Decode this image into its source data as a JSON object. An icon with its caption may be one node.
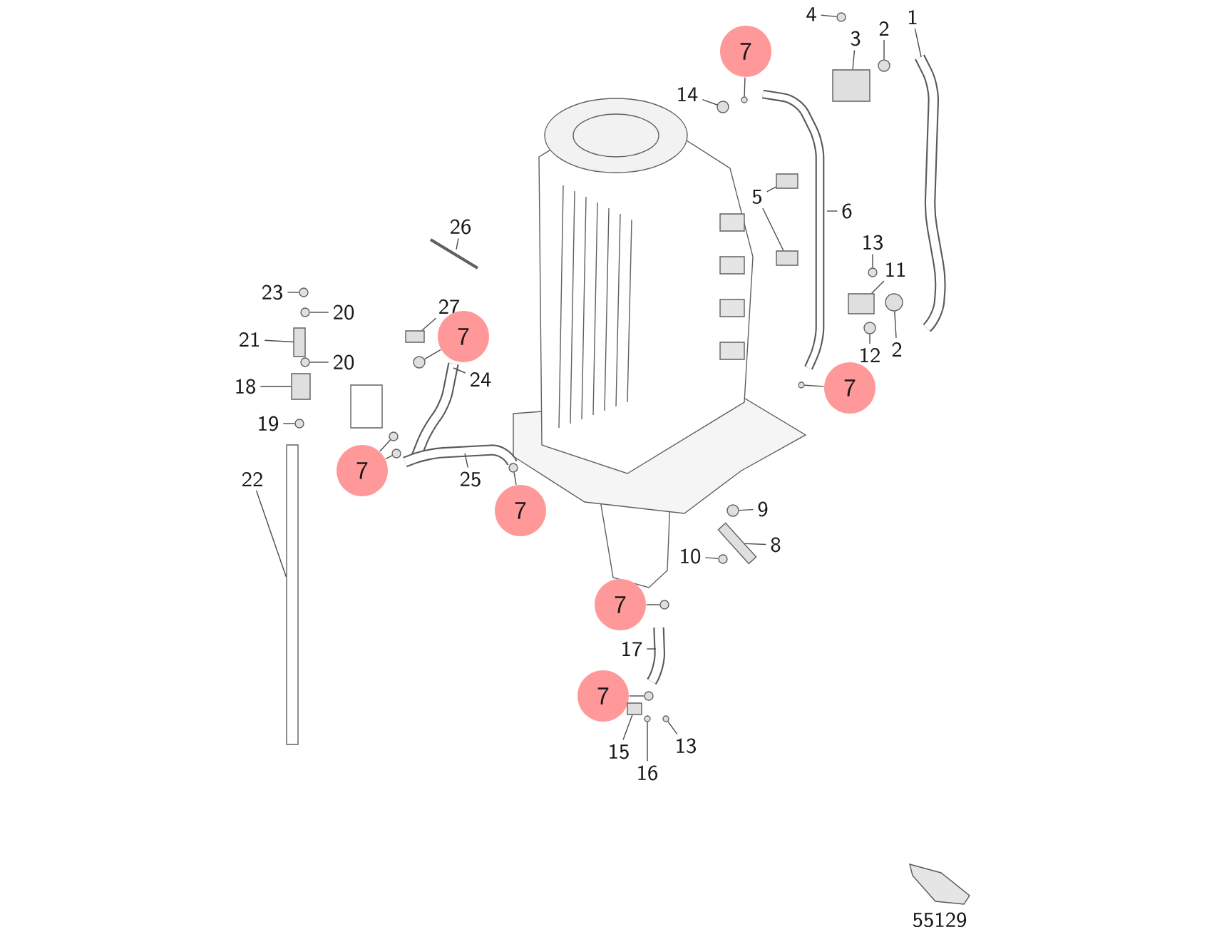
{
  "diagram": {
    "nodes": [
      {
        "text": [
          "4"
        ]
      },
      {
        "text": [
          "1"
        ]
      },
      {
        "text": [
          "2"
        ]
      },
      {
        "text": [
          "3"
        ]
      },
      {
        "text": [
          "7"
        ]
      },
      {
        "text": [
          "14"
        ]
      },
      {
        "text": [
          "5"
        ]
      },
      {
        "text": [
          "6"
        ]
      },
      {
        "text": [
          "26"
        ]
      },
      {
        "text": [
          "13"
        ]
      },
      {
        "text": [
          "11"
        ]
      },
      {
        "text": [
          "23"
        ]
      },
      {
        "text": [
          "27"
        ]
      },
      {
        "text": [
          "20"
        ]
      },
      {
        "text": [
          "7"
        ]
      },
      {
        "text": [
          "21"
        ]
      },
      {
        "text": [
          "2"
        ]
      },
      {
        "text": [
          "12"
        ]
      },
      {
        "text": [
          "20"
        ]
      },
      {
        "text": [
          "24"
        ]
      },
      {
        "text": [
          "18"
        ]
      },
      {
        "text": [
          "7"
        ]
      },
      {
        "text": [
          "19"
        ]
      },
      {
        "text": [
          "7"
        ]
      },
      {
        "text": [
          "25"
        ]
      },
      {
        "text": [
          "22"
        ]
      },
      {
        "text": [
          "7"
        ]
      },
      {
        "text": [
          "9"
        ]
      },
      {
        "text": [
          "8"
        ]
      },
      {
        "text": [
          "10"
        ]
      },
      {
        "text": [
          "7"
        ]
      },
      {
        "text": [
          "17"
        ]
      },
      {
        "text": [
          "7"
        ]
      },
      {
        "text": [
          "15"
        ]
      },
      {
        "text": [
          "13"
        ]
      },
      {
        "text": [
          "16"
        ]
      },
      {
        "text": [],
        "shape": "circle"
      },
      {
        "text": [],
        "shape": "box"
      },
      {
        "text": [],
        "shape": "circle"
      },
      {
        "text": [],
        "shape": "circle"
      },
      {
        "text": [],
        "shape": "circle"
      },
      {
        "text": [],
        "shape": "box"
      },
      {
        "text": [],
        "shape": "box"
      },
      {
        "text": [],
        "shape": "circle"
      },
      {
        "text": [],
        "shape": "box"
      },
      {
        "text": [],
        "shape": "circle"
      },
      {
        "text": [],
        "shape": "circle"
      },
      {
        "text": [],
        "shape": "box"
      },
      {
        "text": [],
        "shape": "box"
      },
      {
        "text": [],
        "shape": "circle"
      },
      {
        "text": [],
        "shape": "circle"
      },
      {
        "text": [],
        "shape": "circle"
      },
      {
        "text": [],
        "shape": "circle"
      },
      {
        "text": [],
        "shape": "box"
      },
      {
        "text": [],
        "shape": "circle"
      },
      {
        "text": [],
        "shape": "circle"
      },
      {
        "text": [],
        "shape": "circle"
      },
      {
        "text": [],
        "shape": "circle"
      },
      {
        "text": [],
        "shape": "bar"
      },
      {
        "text": [],
        "shape": "circle"
      },
      {
        "text": [],
        "shape": "circle"
      },
      {
        "text": [],
        "shape": "circle"
      },
      {
        "text": [],
        "shape": "circle"
      },
      {
        "text": [],
        "shape": "circle"
      },
      {
        "text": [],
        "shape": "box"
      },
      {
        "text": [],
        "shape": "circle"
      },
      {
        "text": [],
        "shape": "circle"
      },
      {
        "text": [],
        "shape": "box"
      }
    ],
    "edges": [
      {
        "from": 0,
        "to": 36,
        "arrow": "none"
      },
      {
        "from": 1,
        "to": null,
        "arrow": "none"
      },
      {
        "from": 2,
        "to": 38,
        "arrow": "none"
      },
      {
        "from": 3,
        "to": 37,
        "arrow": "none"
      },
      {
        "from": 4,
        "to": 39,
        "arrow": "none"
      },
      {
        "from": 5,
        "to": 40,
        "arrow": "none"
      },
      {
        "from": 6,
        "to": 41,
        "arrow": "none"
      },
      {
        "from": 6,
        "to": 42,
        "arrow": "none"
      },
      {
        "from": 7,
        "to": null,
        "arrow": "none"
      },
      {
        "from": 8,
        "to": null,
        "arrow": "none"
      },
      {
        "from": 9,
        "to": 43,
        "arrow": "none"
      },
      {
        "from": 10,
        "to": 44,
        "arrow": "none"
      },
      {
        "from": 11,
        "to": 45,
        "arrow": "none"
      },
      {
        "from": 12,
        "to": 47,
        "arrow": "none"
      },
      {
        "from": 13,
        "to": 46,
        "arrow": "none"
      },
      {
        "from": 14,
        "to": 49,
        "arrow": "none"
      },
      {
        "from": 15,
        "to": 48,
        "arrow": "none"
      },
      {
        "from": 16,
        "to": 50,
        "arrow": "none"
      },
      {
        "from": 17,
        "to": 51,
        "arrow": "none"
      },
      {
        "from": 18,
        "to": 52,
        "arrow": "none"
      },
      {
        "from": 19,
        "to": null,
        "arrow": "none"
      },
      {
        "from": 20,
        "to": 53,
        "arrow": "none"
      },
      {
        "from": 21,
        "to": 54,
        "arrow": "none"
      },
      {
        "from": 22,
        "to": 55,
        "arrow": "none"
      },
      {
        "from": 23,
        "to": 56,
        "arrow": "none"
      },
      {
        "from": 23,
        "to": 57,
        "arrow": "none"
      },
      {
        "from": 24,
        "to": null,
        "arrow": "none"
      },
      {
        "from": 25,
        "to": 58,
        "arrow": "none"
      },
      {
        "from": 26,
        "to": 59,
        "arrow": "none"
      },
      {
        "from": 27,
        "to": 60,
        "arrow": "none"
      },
      {
        "from": 28,
        "to": 67,
        "arrow": "none"
      },
      {
        "from": 29,
        "to": 61,
        "arrow": "none"
      },
      {
        "from": 30,
        "to": 62,
        "arrow": "none"
      },
      {
        "from": 31,
        "to": null,
        "arrow": "none"
      },
      {
        "from": 32,
        "to": 63,
        "arrow": "none"
      },
      {
        "from": 33,
        "to": 64,
        "arrow": "none"
      },
      {
        "from": 34,
        "to": 66,
        "arrow": "none"
      },
      {
        "from": 35,
        "to": 65,
        "arrow": "none"
      }
    ],
    "labels": [
      "55129"
    ]
  }
}
